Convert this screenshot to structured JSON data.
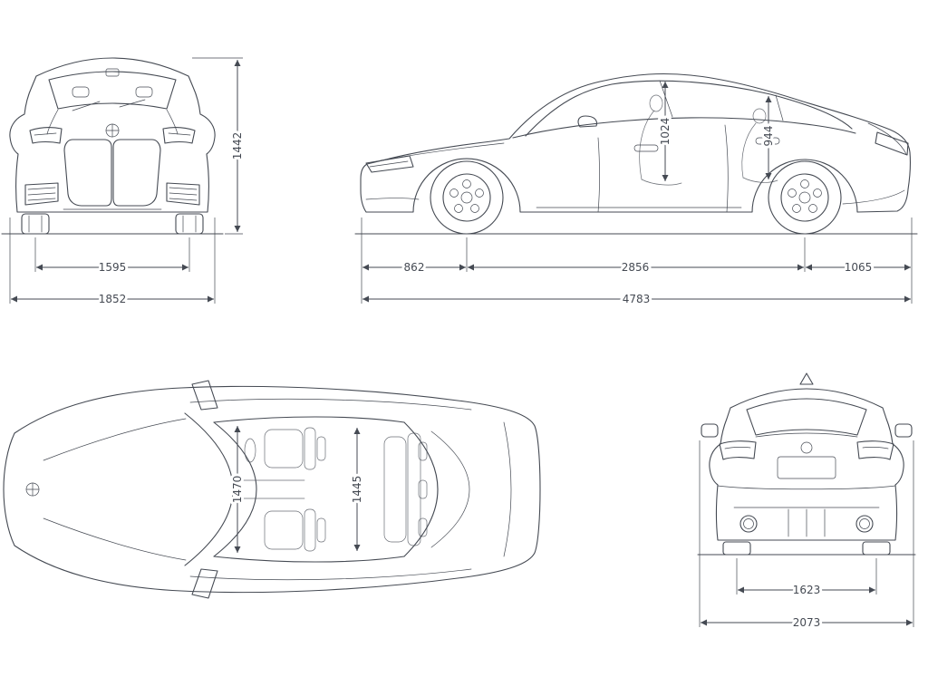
{
  "colors": {
    "line": "#454a53",
    "background": "#ffffff",
    "dim_text": "#454a53"
  },
  "views": {
    "front": {
      "dims": {
        "overall_height": "1442",
        "track_width": "1595",
        "body_width": "1852"
      }
    },
    "side": {
      "dims": {
        "front_headroom": "1024",
        "rear_headroom": "944",
        "front_overhang": "862",
        "wheelbase": "2856",
        "rear_overhang": "1065",
        "overall_length": "4783"
      }
    },
    "top": {
      "dims": {
        "front_interior_width": "1470",
        "rear_interior_width": "1445"
      }
    },
    "rear": {
      "dims": {
        "rear_track_width": "1623",
        "width_incl_mirrors": "2073"
      }
    }
  }
}
